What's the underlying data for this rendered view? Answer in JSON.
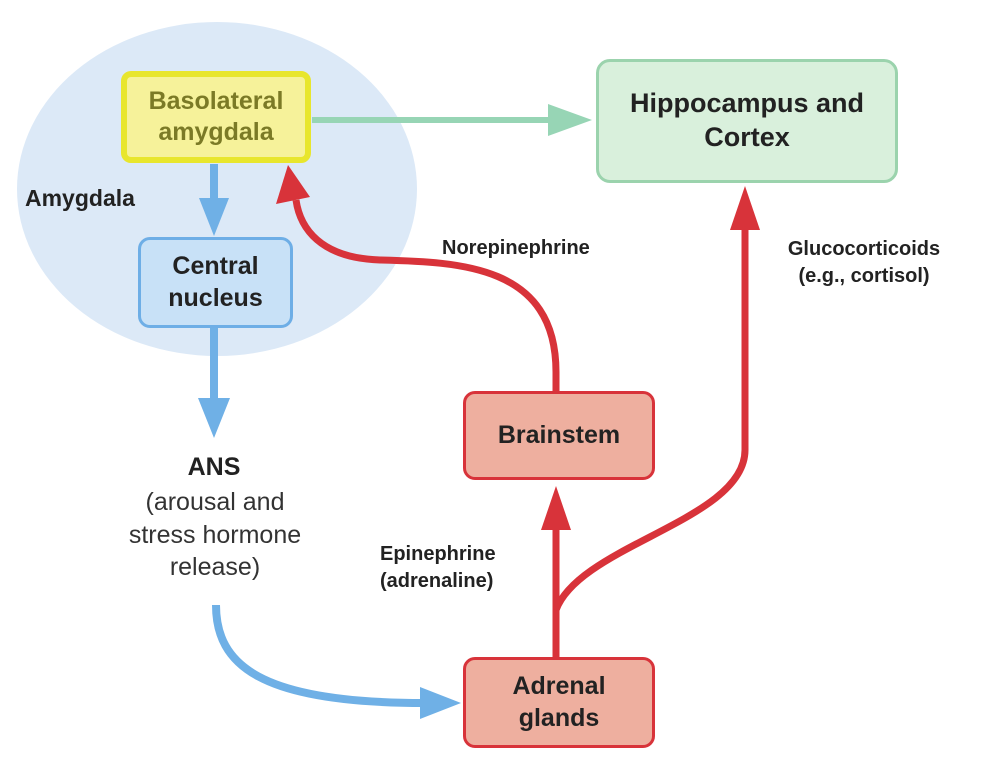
{
  "nodes": {
    "basolateral_amygdala": "Basolateral\namygdala",
    "hippocampus_cortex": "Hippocampus and\nCortex",
    "central_nucleus": "Central\nnucleus",
    "brainstem": "Brainstem",
    "adrenal_glands": "Adrenal\nglands"
  },
  "labels": {
    "amygdala": "Amygdala",
    "norepinephrine": "Norepinephrine",
    "glucocorticoids": "Glucocorticoids\n(e.g., cortisol)",
    "epinephrine": "Epinephrine\n(adrenaline)",
    "ans_title": "ANS",
    "ans_description": "(arousal and\nstress hormone\nrelease)"
  },
  "colors": {
    "amygdala_region": "#dce9f7",
    "blue_arrow": "#6fb0e6",
    "green_arrow": "#97d5b5",
    "red_arrow": "#d8333a"
  }
}
